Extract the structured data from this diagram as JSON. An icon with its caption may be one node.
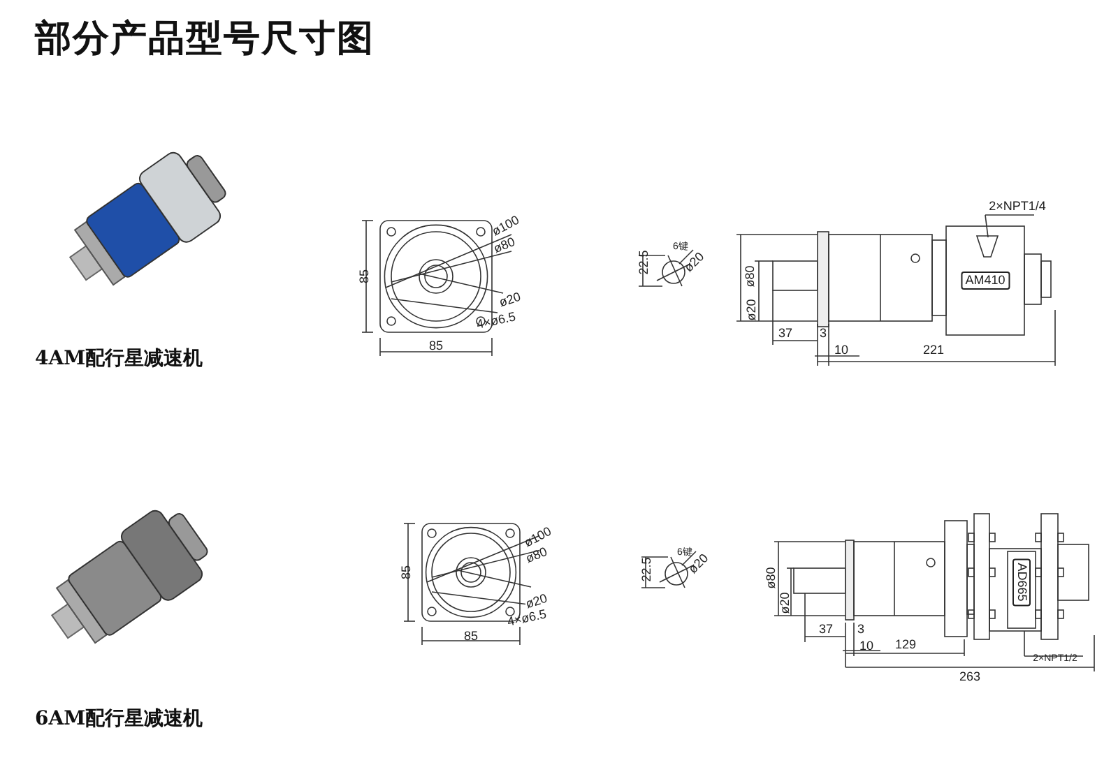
{
  "diagram": {
    "title": "部分产品型号尺寸图",
    "nodes": [
      {
        "text": [],
        "shape": "picture",
        "beside": [
          "4AM配行星减速机"
        ]
      },
      {
        "text": [],
        "shape": "picture",
        "beside": [
          "6AM配行星减速机"
        ]
      }
    ],
    "edges": [],
    "labels": [
      "85",
      "ø100",
      "ø80",
      "ø20",
      "4×ø6.5",
      "85",
      "22.5",
      "6键",
      "ø20",
      "2×NPT1/4",
      "ø80",
      "ø20",
      "AM410",
      "37",
      "3",
      "10",
      "221",
      "ø100",
      "ø80",
      "85",
      "ø20",
      "4×ø6.5",
      "85",
      "22.5",
      "6键",
      "ø20",
      "ø80",
      "AD665",
      "ø20",
      "37",
      "3",
      "10",
      "129",
      "2×NPT1/2",
      "263"
    ]
  }
}
